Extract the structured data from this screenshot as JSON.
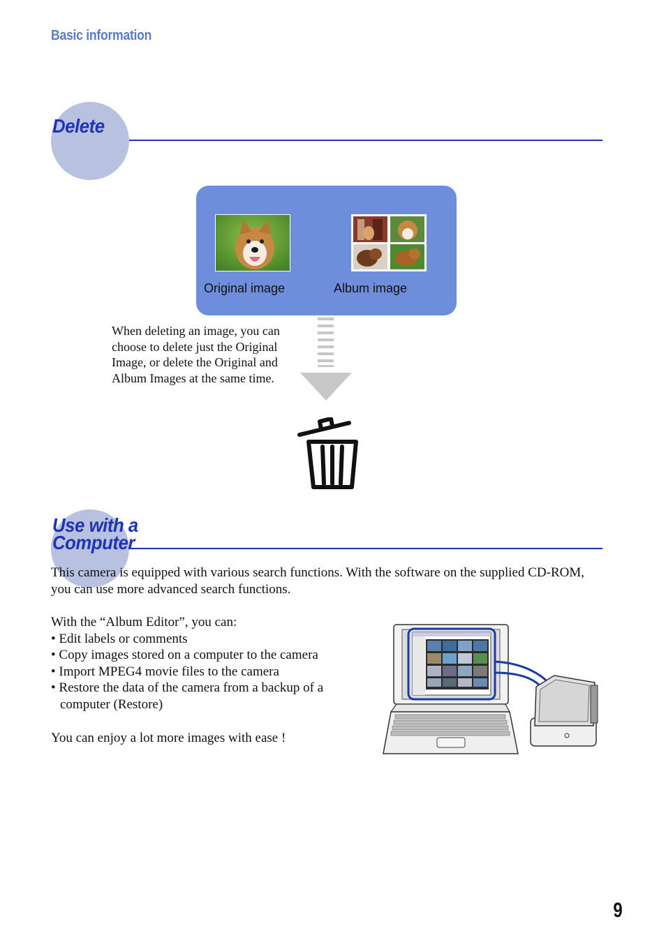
{
  "header": {
    "section_label": "Basic information"
  },
  "delete_section": {
    "title": "Delete",
    "original_caption": "Original image",
    "album_caption": "Album image",
    "note": "When deleting an image, you can choose to delete just the Original Image, or delete the Original and Album Images at the same time.",
    "icons": {
      "arrow": "down-arrow-icon",
      "trash": "trash-icon"
    }
  },
  "computer_section": {
    "title_line1": "Use with a",
    "title_line2": "Computer",
    "intro": "This camera is equipped with various search functions. With the software on the supplied CD-ROM, you can use more advanced search functions.",
    "album_editor_lead": "With the “Album Editor”, you can:",
    "bullets": [
      "• Edit labels or comments",
      "• Copy images stored on a computer to the camera",
      "• Import MPEG4 movie files to the camera",
      "• Restore the data of the camera from a backup of a computer (Restore)"
    ],
    "closing": "You can enjoy a lot more images with ease !"
  },
  "footer": {
    "page_number": "9"
  },
  "colors": {
    "heading": "#1f33b8",
    "circle": "#b8c1df",
    "panel": "#6e8ddb",
    "section_label": "#5a7bc9"
  }
}
